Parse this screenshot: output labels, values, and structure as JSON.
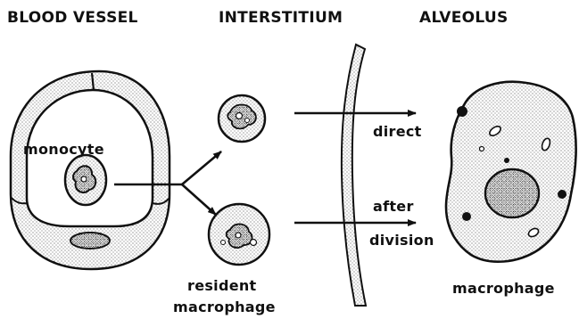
{
  "headers": {
    "blood_vessel": "BLOOD VESSEL",
    "interstitium": "INTERSTITIUM",
    "alveolus": "ALVEOLUS"
  },
  "labels": {
    "monocyte": "monocyte",
    "direct": "direct",
    "after": "after",
    "division": "division",
    "resident": "resident",
    "resident_macrophage": "macrophage",
    "alveolar_macrophage": "macrophage"
  },
  "colors": {
    "ink": "#111111",
    "stipple": "#222222",
    "paper": "#ffffff"
  }
}
